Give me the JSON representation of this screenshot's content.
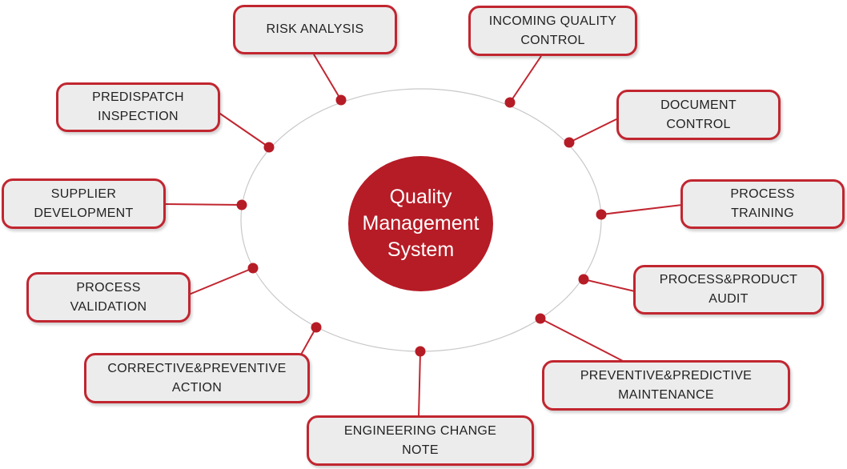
{
  "center": {
    "lines": [
      "Quality",
      "Management",
      "System"
    ]
  },
  "nodes": [
    {
      "id": "risk-analysis",
      "lines": [
        "RISK ANALYSIS"
      ]
    },
    {
      "id": "incoming-quality-control",
      "lines": [
        "INCOMING QUALITY",
        "CONTROL"
      ]
    },
    {
      "id": "document-control",
      "lines": [
        "DOCUMENT",
        "CONTROL"
      ]
    },
    {
      "id": "process-training",
      "lines": [
        "PROCESS",
        "TRAINING"
      ]
    },
    {
      "id": "process-product-audit",
      "lines": [
        "PROCESS&PRODUCT",
        "AUDIT"
      ]
    },
    {
      "id": "preventive-predictive-maintenance",
      "lines": [
        "PREVENTIVE&PREDICTIVE",
        "MAINTENANCE"
      ]
    },
    {
      "id": "engineering-change-note",
      "lines": [
        "ENGINEERING CHANGE",
        "NOTE"
      ]
    },
    {
      "id": "corrective-preventive-action",
      "lines": [
        "CORRECTIVE&PREVENTIVE",
        "ACTION"
      ]
    },
    {
      "id": "process-validation",
      "lines": [
        "PROCESS",
        "VALIDATION"
      ]
    },
    {
      "id": "supplier-development",
      "lines": [
        "SUPPLIER",
        "DEVELOPMENT"
      ]
    },
    {
      "id": "predispatch-inspection",
      "lines": [
        "PREDISPATCH",
        "INSPECTION"
      ]
    }
  ],
  "colors": {
    "accent": "#b61c26",
    "box_border": "#c12630",
    "box_fill": "#ececec",
    "ellipse": "#c8c8c8"
  }
}
